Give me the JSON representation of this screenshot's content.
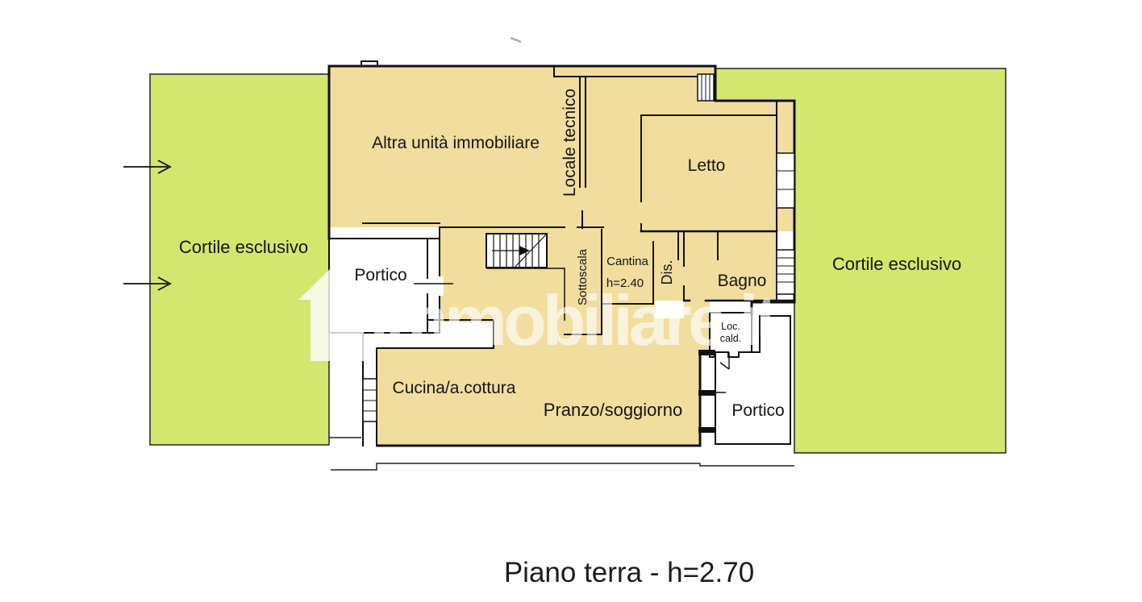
{
  "plan": {
    "caption": "Piano terra - h=2.70",
    "watermark": {
      "text": "immobiliare.it",
      "icon": "house-icon"
    },
    "courtyards": {
      "left": "Cortile esclusivo",
      "right": "Cortile esclusivo"
    },
    "rooms": {
      "altra_unita": "Altra unità immobiliare",
      "locale_tecnico": "Locale tecnico",
      "letto": "Letto",
      "portico_left": "Portico",
      "sottoscala": "Sottoscala",
      "cantina": "Cantina",
      "cantina_height": "h=2.40",
      "dis": "Dis.",
      "bagno": "Bagno",
      "loc_cald_line1": "Loc.",
      "loc_cald_line2": "cald.",
      "cucina": "Cucina/a.cottura",
      "pranzo": "Pranzo/soggiorno",
      "portico_right": "Portico"
    },
    "colors": {
      "courtyard": "#d3e76f",
      "interior": "#f1dd9e",
      "wall": "#1a1a1a",
      "watermark": "#ffffff"
    }
  }
}
